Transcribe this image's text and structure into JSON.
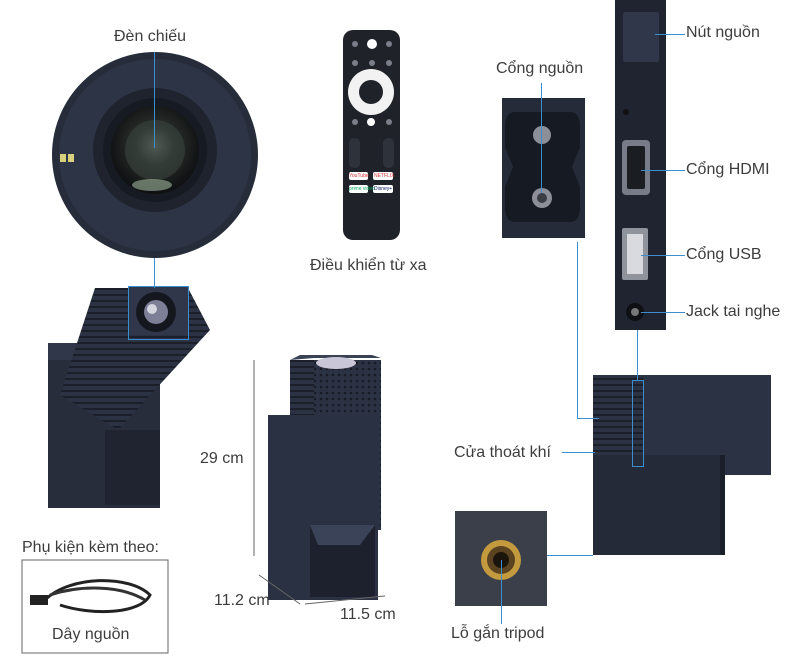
{
  "labels": {
    "projector_lens": "Đèn chiếu",
    "remote": "Điều khiển từ xa",
    "power_port": "Cổng nguồn",
    "power_button": "Nút nguồn",
    "hdmi_port": "Cổng HDMI",
    "usb_port": "Cổng USB",
    "headphone_jack": "Jack tai nghe",
    "vent": "Cửa thoát khí",
    "tripod_hole": "Lỗ gắn tripod",
    "accessories_title": "Phụ kiện kèm theo:",
    "power_cord": "Dây nguồn"
  },
  "dimensions": {
    "height": "29 cm",
    "depth": "11.2 cm",
    "width": "11.5 cm"
  },
  "remote_buttons": {
    "youtube": "YouTube",
    "netflix": "NETFLIX",
    "prime": "prime video",
    "disney": "Disney+"
  },
  "colors": {
    "device": "#2a3142",
    "device_dark": "#1c212d",
    "callout_line": "#3b8fd1",
    "text": "#3d3d3d"
  }
}
